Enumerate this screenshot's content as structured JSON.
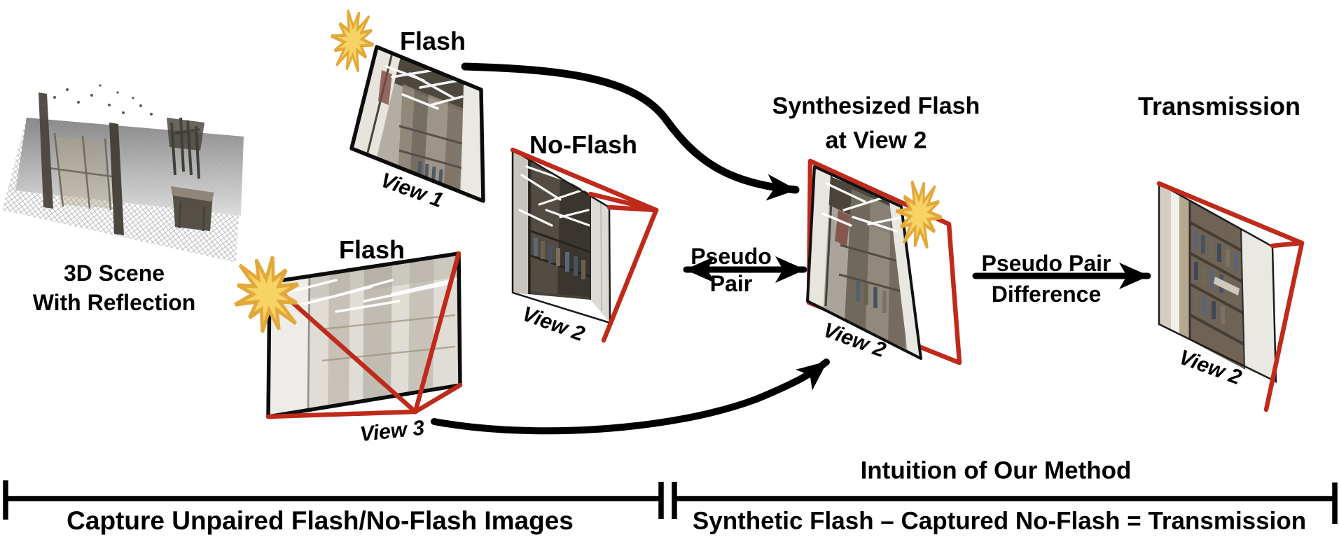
{
  "figure": {
    "scene": {
      "label_line1": "3D Scene",
      "label_line2": "With Reflection"
    },
    "views": {
      "flash_view1": {
        "title": "Flash",
        "caption": "View 1"
      },
      "flash_view3": {
        "title": "Flash",
        "caption": "View 3"
      },
      "no_flash_view2": {
        "title": "No-Flash",
        "caption": "View 2"
      },
      "synthesized_flash": {
        "title_line1": "Synthesized Flash",
        "title_line2": "at View 2",
        "caption": "View 2"
      },
      "transmission": {
        "title": "Transmission",
        "caption": "View 2"
      }
    },
    "arrows": {
      "pseudo_pair": {
        "line1": "Pseudo",
        "line2": "Pair"
      },
      "pseudo_pair_difference": {
        "line1": "Pseudo Pair",
        "line2": "Difference"
      }
    },
    "sections": {
      "left": {
        "label": "Capture Unpaired Flash/No-Flash Images"
      },
      "right": {
        "title": "Intuition of Our Method",
        "label": "Synthetic Flash – Captured No-Flash = Transmission"
      }
    },
    "colors": {
      "frustum_red": "#bf2a1b",
      "flash_gold": "#f7d265",
      "flash_gold_edge": "#e2a93a",
      "ink": "#000000"
    }
  }
}
